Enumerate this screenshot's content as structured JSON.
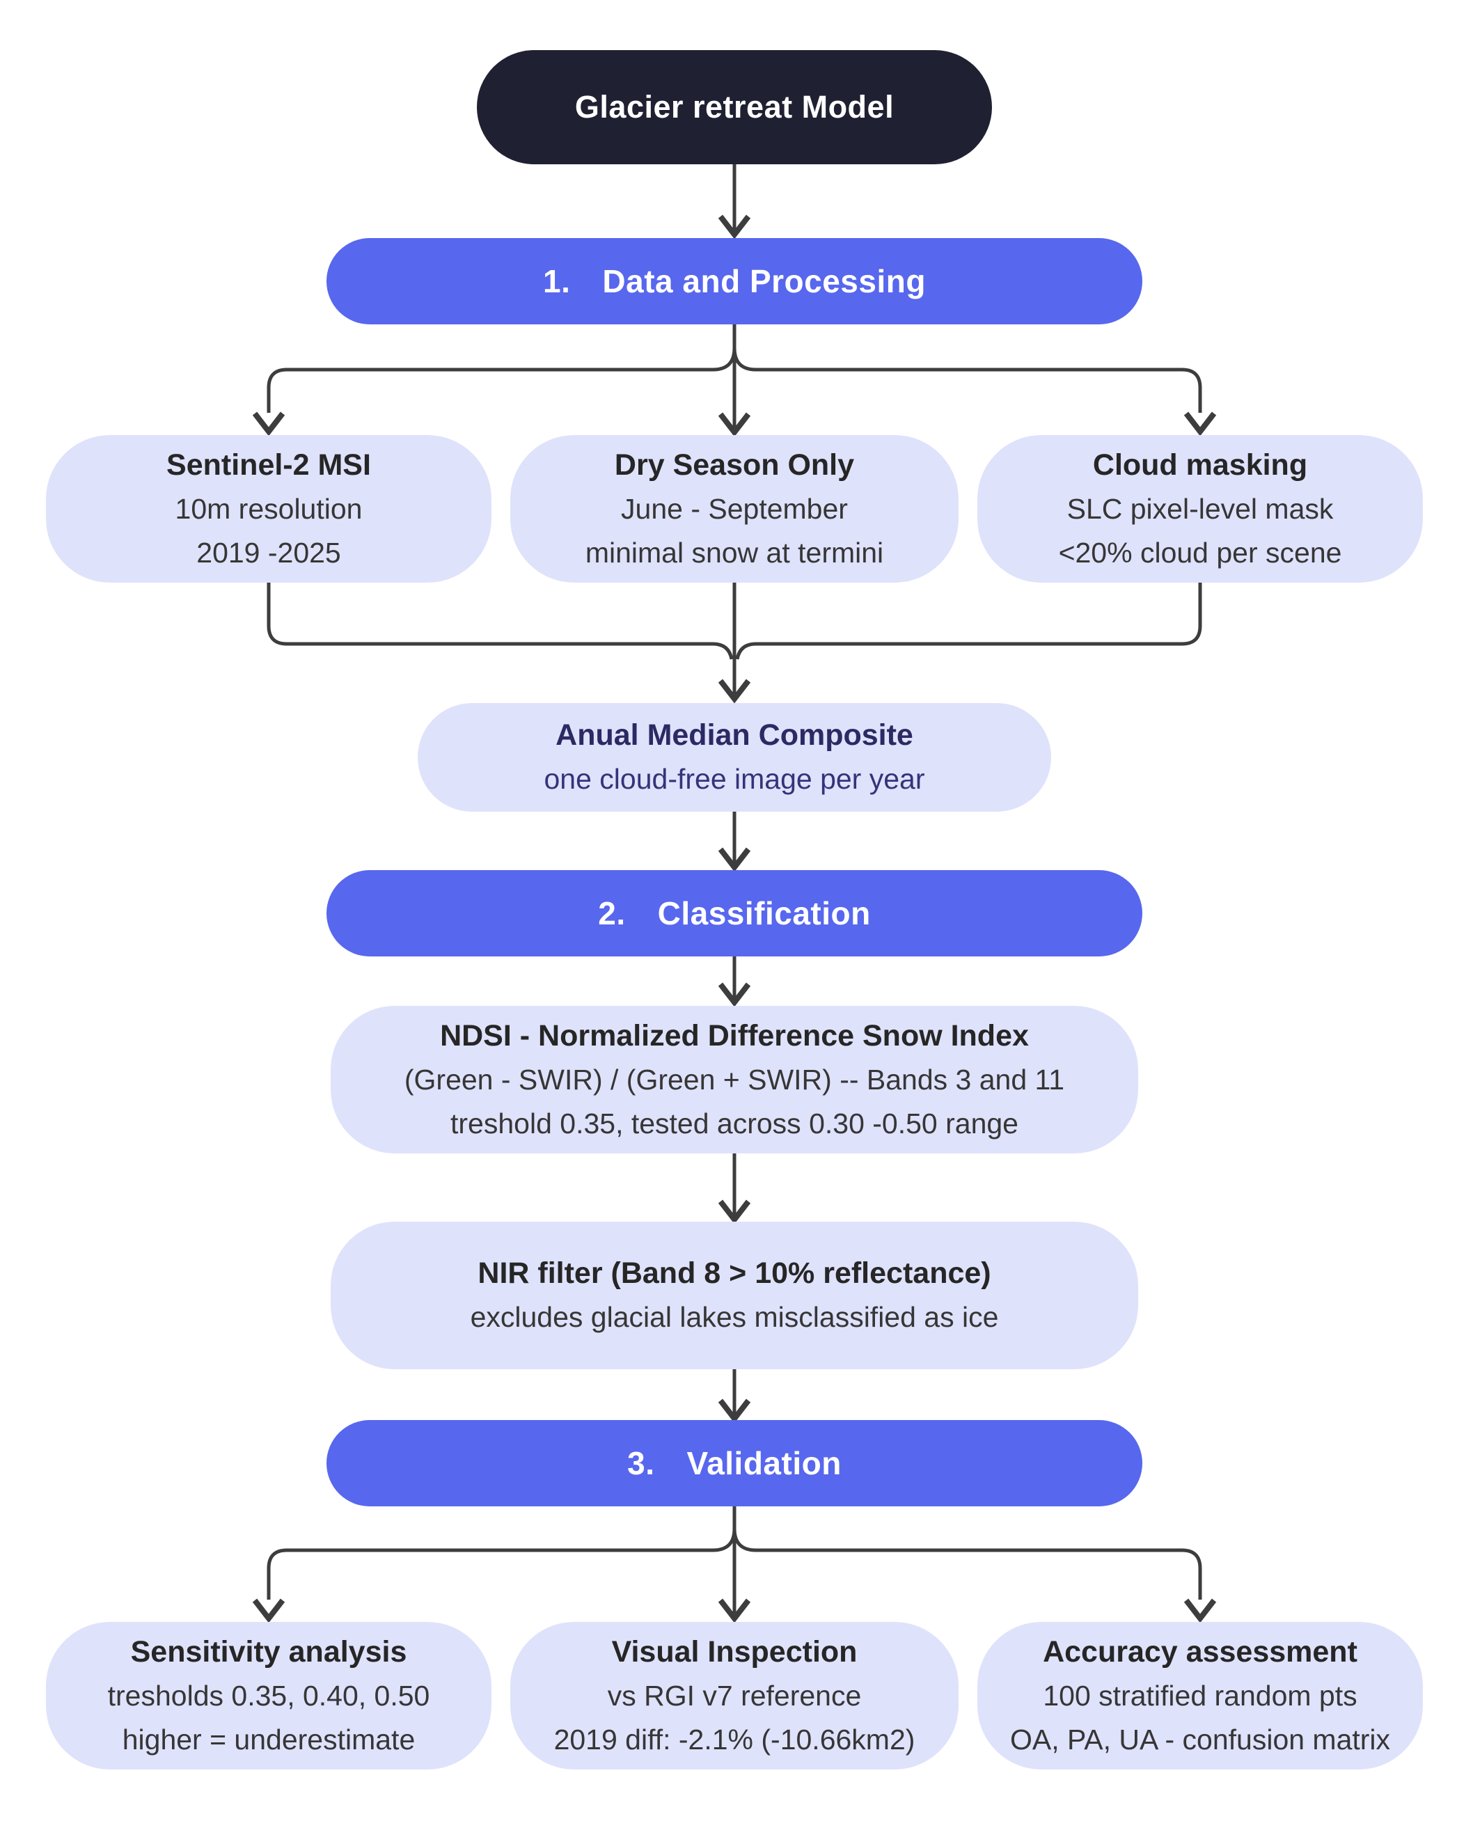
{
  "header": {
    "title": "Glacier retreat Model"
  },
  "stages": [
    {
      "number": "1.",
      "label": "Data and Processing"
    },
    {
      "number": "2.",
      "label": "Classification"
    },
    {
      "number": "3.",
      "label": "Validation"
    }
  ],
  "nodes": {
    "sentinel": {
      "title": "Sentinel-2 MSI",
      "line1": "10m resolution",
      "line2": "2019 -2025"
    },
    "dry_season": {
      "title": "Dry Season Only",
      "line1": "June - September",
      "line2": "minimal snow at termini"
    },
    "cloud_masking": {
      "title": "Cloud masking",
      "line1": "SLC pixel-level mask",
      "line2": "<20% cloud per scene"
    },
    "annual_composite": {
      "title": "Anual Median Composite",
      "line1": "one cloud-free image per year"
    },
    "ndsi": {
      "title": "NDSI - Normalized Difference Snow Index",
      "line1": "(Green - SWIR) / (Green + SWIR) -- Bands 3 and 11",
      "line2": "treshold 0.35, tested across 0.30 -0.50 range"
    },
    "nir_filter": {
      "title": "NIR filter (Band 8 > 10% reflectance)",
      "line1": "excludes glacial lakes misclassified as ice"
    },
    "sensitivity": {
      "title": "Sensitivity analysis",
      "line1": "tresholds 0.35, 0.40, 0.50",
      "line2": "higher = underestimate"
    },
    "visual_inspection": {
      "title": "Visual Inspection",
      "line1": "vs RGI v7 reference",
      "line2": "2019 diff: -2.1% (-10.66km2)"
    },
    "accuracy": {
      "title": "Accuracy assessment",
      "line1": "100 stratified random pts",
      "line2": "OA, PA, UA - confusion matrix"
    }
  },
  "colors": {
    "header_bg": "#1f2132",
    "stage_bg": "#5767ee",
    "node_bg": "#dfe2fb",
    "line": "#3d3d3d",
    "title_text": "#262626",
    "body_text": "#363636",
    "accent_title": "#2c2963",
    "accent_body": "#37327a"
  }
}
